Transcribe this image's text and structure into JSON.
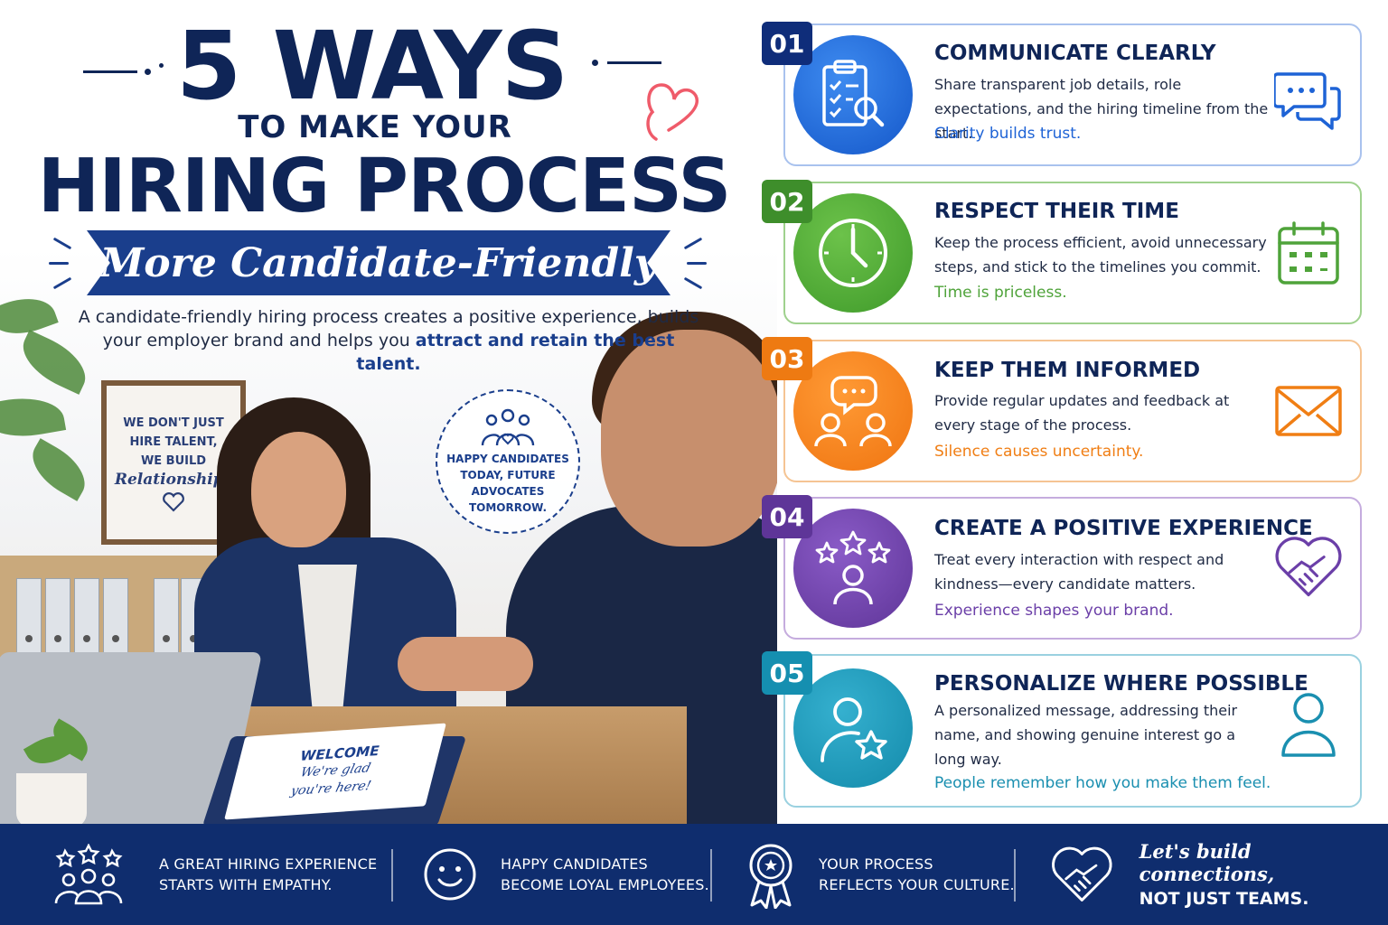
{
  "header": {
    "number": "5",
    "ways": "WAYS",
    "line1": "TO MAKE YOUR",
    "line2": "HIRING PROCESS",
    "ribbon": "More Candidate-Friendly"
  },
  "intro": {
    "part1": "A candidate-friendly hiring process creates a positive experience, builds your employer brand and helps you ",
    "highlight": "attract and retain the best talent."
  },
  "poster": {
    "line1": "WE DON'T JUST",
    "line2": "HIRE TALENT,",
    "line3": "WE BUILD",
    "script": "Relationships"
  },
  "welcome": {
    "title": "WELCOME",
    "line1": "We're glad",
    "line2": "you're here!"
  },
  "badge": {
    "line1": "HAPPY CANDIDATES",
    "line2": "TODAY, FUTURE",
    "line3": "ADVOCATES",
    "line4": "TOMORROW."
  },
  "cards": [
    {
      "num": "01",
      "title": "COMMUNICATE CLEARLY",
      "desc": "Share transparent job details, role expectations, and the hiring timeline from the start.",
      "tag": "Clarity builds trust.",
      "color": "#1e63d6",
      "icon": "clipboard-search-icon",
      "side_icon": "chat-bubbles-icon"
    },
    {
      "num": "02",
      "title": "RESPECT THEIR TIME",
      "desc": "Keep the process efficient, avoid unnecessary steps, and stick to the timelines you commit.",
      "tag": "Time is priceless.",
      "color": "#4fa33a",
      "icon": "clock-icon",
      "side_icon": "calendar-icon"
    },
    {
      "num": "03",
      "title": "KEEP THEM INFORMED",
      "desc": "Provide regular updates and feedback at every stage of the process.",
      "tag": "Silence causes uncertainty.",
      "color": "#f07e14",
      "icon": "people-chat-icon",
      "side_icon": "envelope-icon"
    },
    {
      "num": "04",
      "title": "CREATE A POSITIVE EXPERIENCE",
      "desc": "Treat every interaction with respect and kindness—every candidate matters.",
      "tag": "Experience shapes your brand.",
      "color": "#6b3fa8",
      "icon": "person-stars-icon",
      "side_icon": "handshake-heart-icon"
    },
    {
      "num": "05",
      "title": "PERSONALIZE WHERE POSSIBLE",
      "desc": "A personalized message, addressing their name, and showing genuine interest go a long way.",
      "tag": "People remember how you make them feel.",
      "color": "#1a8fb0",
      "icon": "person-star-icon",
      "side_icon": "person-outline-icon"
    }
  ],
  "footer": {
    "item1": {
      "line1": "A GREAT HIRING EXPERIENCE",
      "line2": "STARTS WITH EMPATHY.",
      "icon": "team-stars-icon"
    },
    "item2": {
      "line1": "HAPPY CANDIDATES",
      "line2": "BECOME LOYAL EMPLOYEES.",
      "icon": "smiley-icon"
    },
    "item3": {
      "line1": "YOUR PROCESS",
      "line2": "REFLECTS YOUR CULTURE.",
      "icon": "award-ribbon-icon"
    },
    "item4": {
      "script": "Let's build connections,",
      "bold": "NOT JUST TEAMS.",
      "icon": "heart-handshake-icon"
    }
  },
  "colors": {
    "navy": "#0f2557",
    "ribbon": "#1a3e8c",
    "footer": "#0f2d6e"
  }
}
